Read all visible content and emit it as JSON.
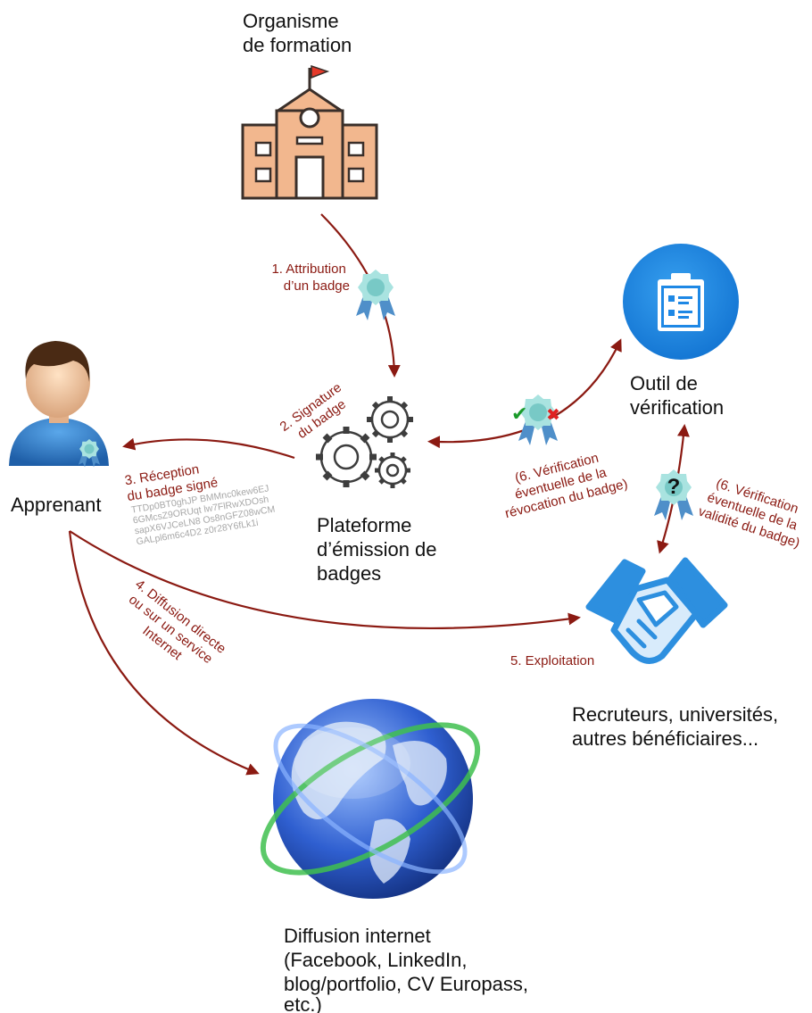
{
  "nodes": {
    "org": {
      "lines": [
        "Organisme",
        "de formation"
      ]
    },
    "apprenant": {
      "label": "Apprenant"
    },
    "plateforme": {
      "lines": [
        "Plateforme",
        "d’émission de",
        "badges"
      ]
    },
    "outil": {
      "lines": [
        "Outil de",
        "vérification"
      ]
    },
    "recruteurs": {
      "lines": [
        "Recruteurs, universités,",
        "autres bénéficiaires..."
      ]
    },
    "internet": {
      "lines": [
        "Diffusion internet",
        "(Facebook, LinkedIn,",
        "blog/portfolio, CV Europass,",
        "etc.)"
      ]
    }
  },
  "edges": {
    "e1": {
      "lines": [
        "1. Attribution",
        "d’un badge"
      ]
    },
    "e2": {
      "lines": [
        "2. Signature",
        "du badge"
      ]
    },
    "e3": {
      "lines": [
        "3. Réception",
        "du badge signé"
      ]
    },
    "e3_hash": [
      "TTDp0BT0ghJP BMMnc0kew6EJ",
      "6GMcsZ9ORUqt lw7FlRwXDOsh",
      "sapX6VJCeLN8 Os8nGFZ08wCM",
      "GALpl6m6c4D2 z0r28Y6fLk1i"
    ],
    "e4": {
      "lines": [
        "4. Diffusion directe",
        "ou sur un service",
        "Internet"
      ]
    },
    "e5": {
      "label": "5. Exploitation"
    },
    "e6a": {
      "lines": [
        "(6. Vérification",
        "éventuelle de la",
        "révocation du badge)"
      ]
    },
    "e6b": {
      "lines": [
        "(6. Vérification",
        "éventuelle de la",
        "validité du badge)"
      ]
    }
  },
  "icons": {
    "question_mark": "?",
    "check_mark": "✔",
    "cross_mark": "✖"
  },
  "colors": {
    "arrow": "#8b1a12",
    "building": "#f2b78e",
    "building_stroke": "#3a2f2a",
    "verification_icon": "#1e88e5",
    "handshake": "#2d8fdf",
    "badge": "#78c9c6"
  }
}
